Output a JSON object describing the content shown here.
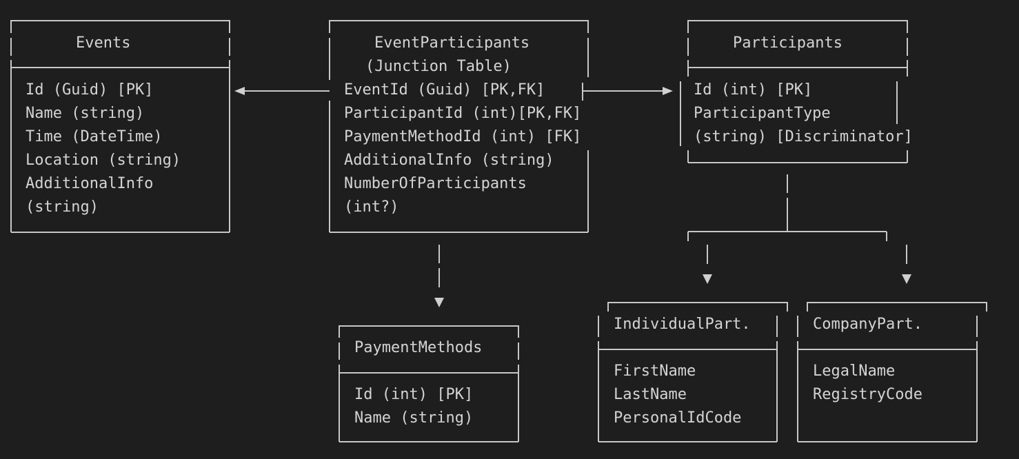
{
  "entities": {
    "events": {
      "title": "Events",
      "fields": [
        "Id (Guid) [PK]",
        "Name (string)",
        "Time (DateTime)",
        "Location (string)",
        "AdditionalInfo",
        "(string)"
      ]
    },
    "event_participants": {
      "title": "EventParticipants",
      "subtitle": "(Junction Table)",
      "fields": [
        "EventId (Guid) [PK,FK]",
        "ParticipantId (int)[PK,FK]",
        "PaymentMethodId (int) [FK]",
        "AdditionalInfo (string)",
        "NumberOfParticipants",
        "(int?)"
      ]
    },
    "participants": {
      "title": "Participants",
      "fields": [
        "Id (int) [PK]",
        "ParticipantType",
        "(string) [Discriminator]"
      ]
    },
    "payment_methods": {
      "title": "PaymentMethods",
      "fields": [
        "Id (int) [PK]",
        "Name (string)"
      ]
    },
    "individual_participant": {
      "title": "IndividualPart.",
      "fields": [
        "FirstName",
        "LastName",
        "PersonalIdCode"
      ]
    },
    "company_participant": {
      "title": "CompanyPart.",
      "fields": [
        "LegalName",
        "RegistryCode"
      ]
    }
  },
  "colors": {
    "background": "#1e1e1e",
    "text": "#d4d4d4",
    "lines": "#c8c8c8"
  }
}
